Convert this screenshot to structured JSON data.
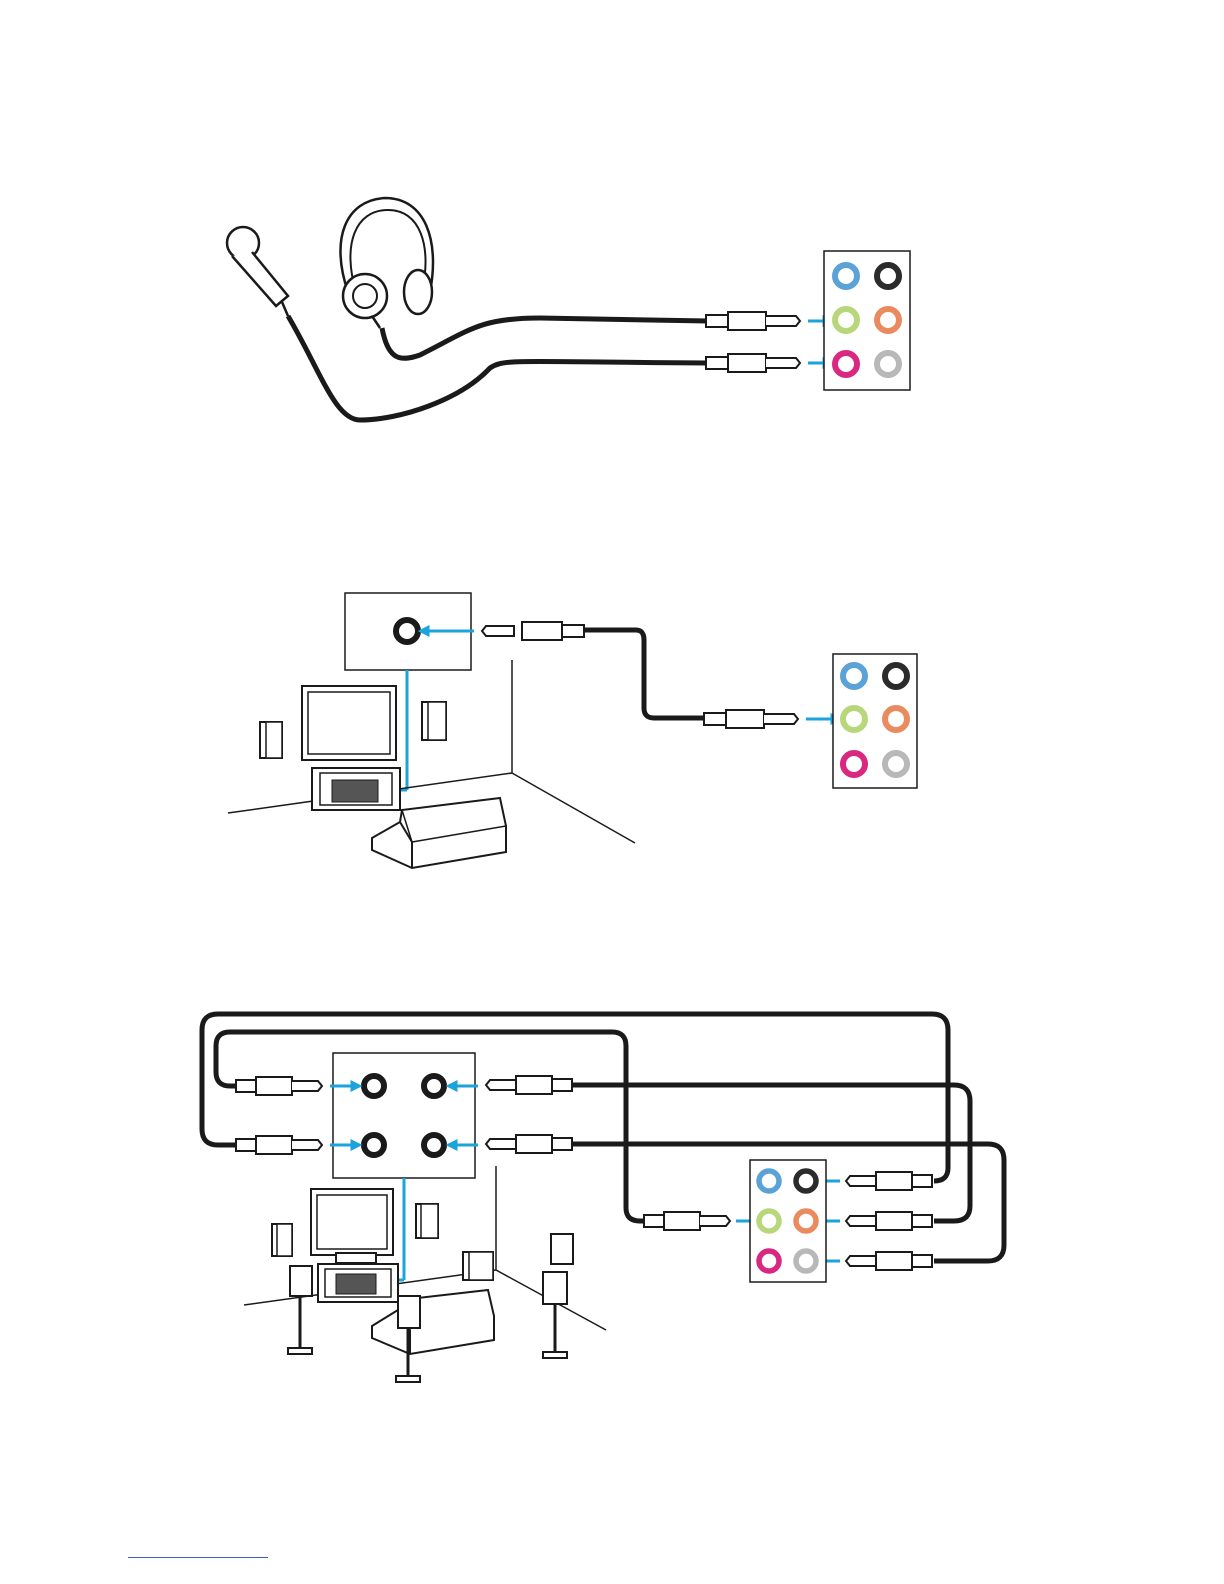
{
  "colors": {
    "line_in_blue": "#5ba3d6",
    "center_sub_black": "#2b2b2b",
    "line_out_green": "#b7d77a",
    "rear_orange": "#ea8a5f",
    "mic_pink": "#d8287f",
    "side_gray": "#b8b8b8",
    "arrow_cyan": "#1ba3dc",
    "cable_black": "#1a1a1a",
    "footer_blue": "#3a5fcd"
  },
  "icons": {
    "microphone": "microphone-icon",
    "headphones": "headphones-icon",
    "speaker": "speaker-icon",
    "tv": "tv-icon",
    "sofa": "sofa-icon",
    "receiver": "receiver-icon",
    "audio_jack": "audio-jack-icon",
    "plug": "audio-plug-icon"
  },
  "diagrams": [
    {
      "id": "headphone-mic",
      "connections": [
        "headphones-to-line-out",
        "microphone-to-mic-in"
      ]
    },
    {
      "id": "stereo-speakers",
      "connections": [
        "amplifier-to-line-out"
      ]
    },
    {
      "id": "surround-7-1",
      "connections": [
        "front",
        "center-sub",
        "rear",
        "side"
      ]
    }
  ]
}
